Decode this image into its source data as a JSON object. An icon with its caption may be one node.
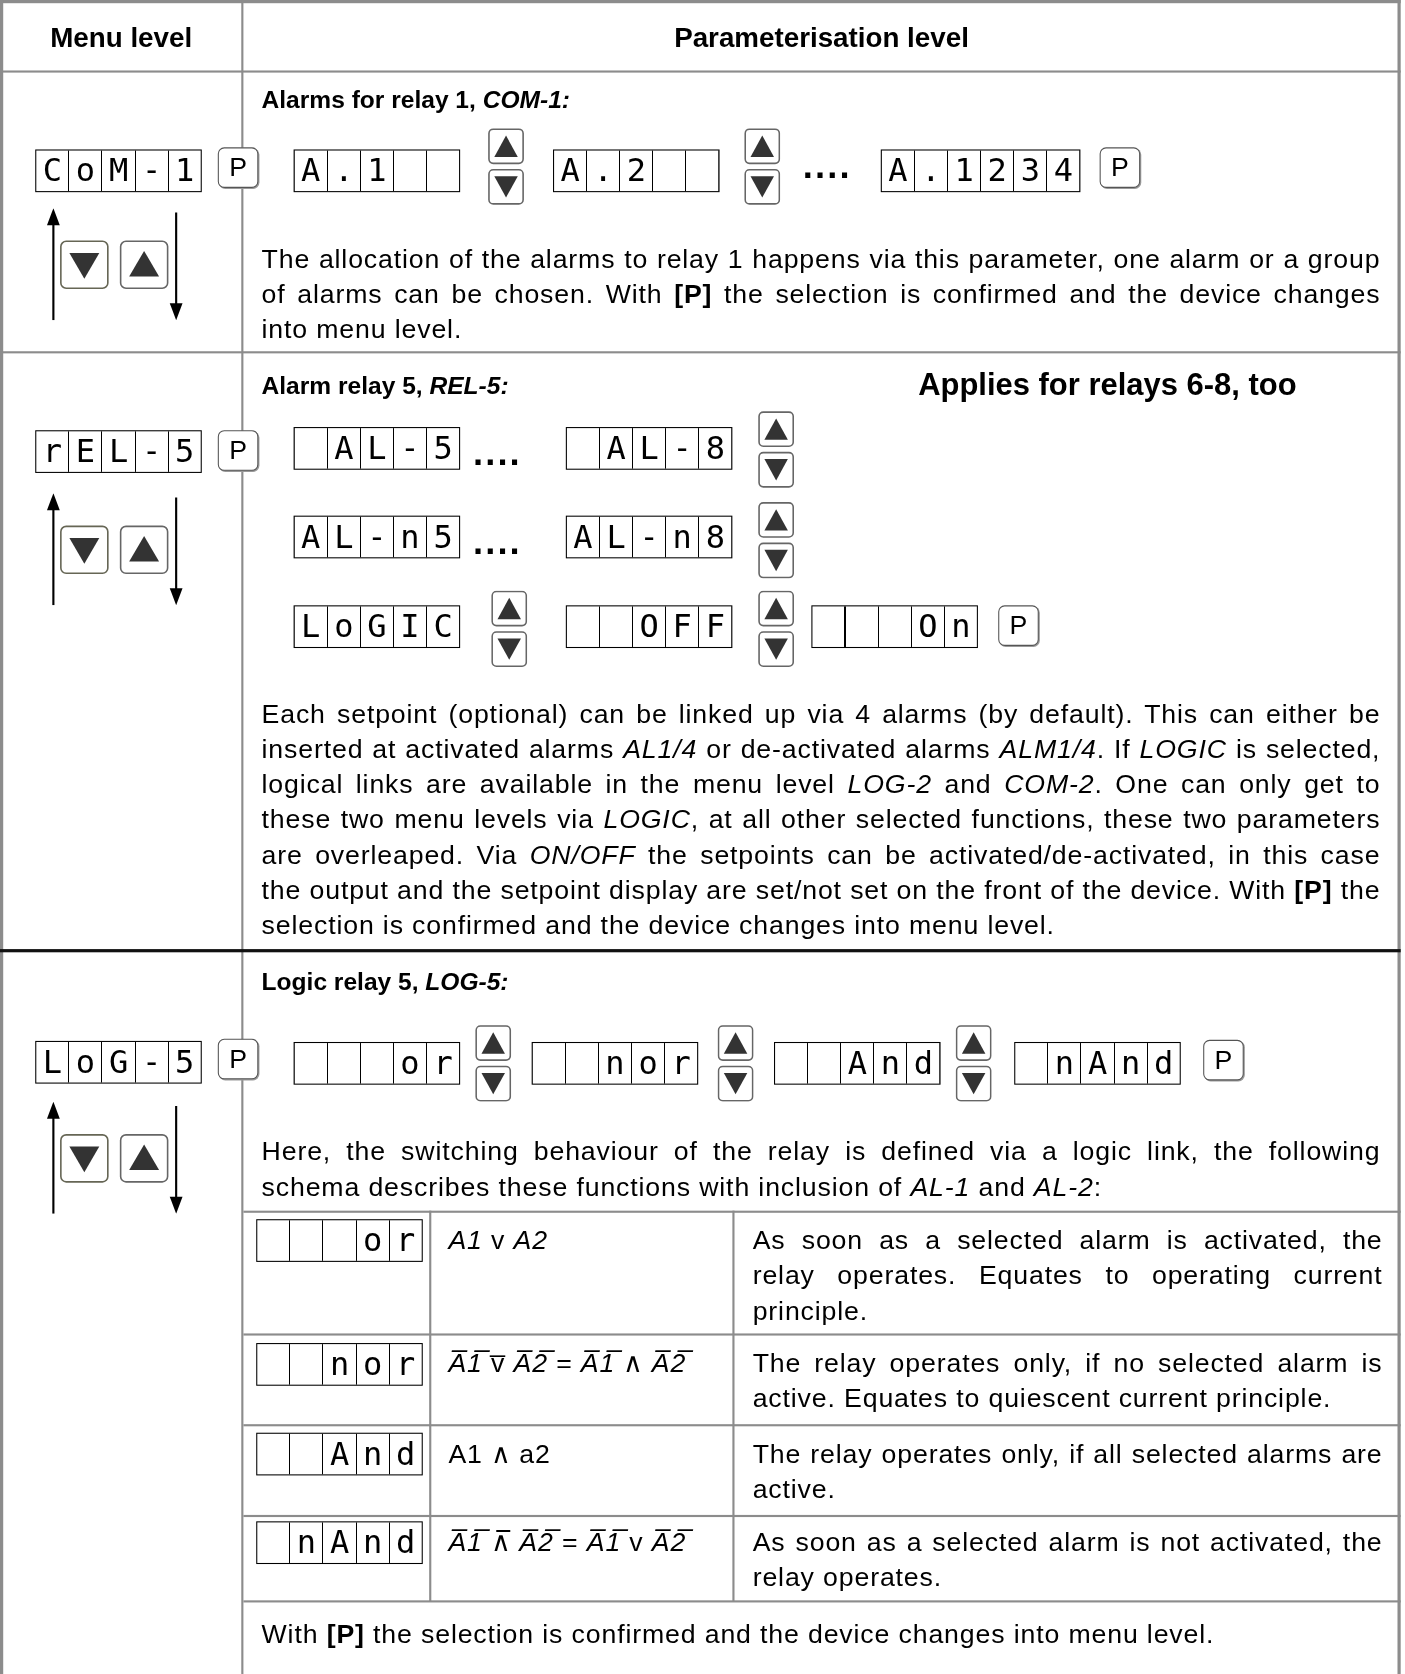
{
  "diagram": {
    "labels": [
      "Menu level",
      "Parameterisation level",
      "Alarms for relay 1, *COM-1:*",
      "CoM-1",
      "P",
      "A.1",
      "A.2",
      "....",
      "A.1234",
      "P",
      "The allocation of the alarms to relay 1 happens via this parameter, one alarm or a group of alarms can be chosen. With **[P]** the selection is confirmed and the device changes into menu level.",
      "Alarm relay 5, *REL-5:*",
      "Applies for relays 6-8, too",
      "rEL-5",
      "P",
      "AL-5",
      "....",
      "AL-8",
      "AL-n5",
      "....",
      "AL-n8",
      "LoGIC",
      "OFF",
      "On",
      "P",
      "Each setpoint (optional) can be linked up via 4 alarms (by default). This can either be inserted at activated alarms *AL1/4* or de-activated alarms *ALM1/4*. If *LOGIC* is selected, logical links are available in the menu level *LOG-2* and *COM-2*. One can only get to these two menu levels via *LOGIC*, at all other selected functions, these two parameters are overleaped. Via *ON/OFF* the setpoints can be activated/de-activated, in this case the output and the setpoint display are set/not set on the front of the device. With **[P]** the selection is confirmed and the device changes into menu level.",
      "Logic relay 5, *LOG-5:*",
      "LoG-5",
      "P",
      "or",
      "nor",
      "And",
      "nAnd",
      "P",
      "Here, the switching behaviour of the relay is defined via a logic link, the following schema describes these functions with inclusion of *AL-1* and *AL-2*:",
      "or",
      "*A1* v *A2*",
      "As soon as a selected alarm is activated, the relay operates. Equates to operating current principle.",
      "nor",
      "*A̅1̅* v̅ *A̅2̅* = *A̅1̅* ∧ *A̅2̅*",
      "The relay operates only, if no selected alarm is active. Equates to quiescent current principle.",
      "And",
      "A1 ∧ a2",
      "The relay operates only, if all selected alarms are active.",
      "nAnd",
      "*A̅1̅* ∧̅ *A̅2̅* = *A̅1̅* v *A̅2̅*",
      "As soon as a selected alarm is not activated, the relay operates.",
      "With **[P]** the selection is confirmed and the device changes into menu level."
    ]
  }
}
